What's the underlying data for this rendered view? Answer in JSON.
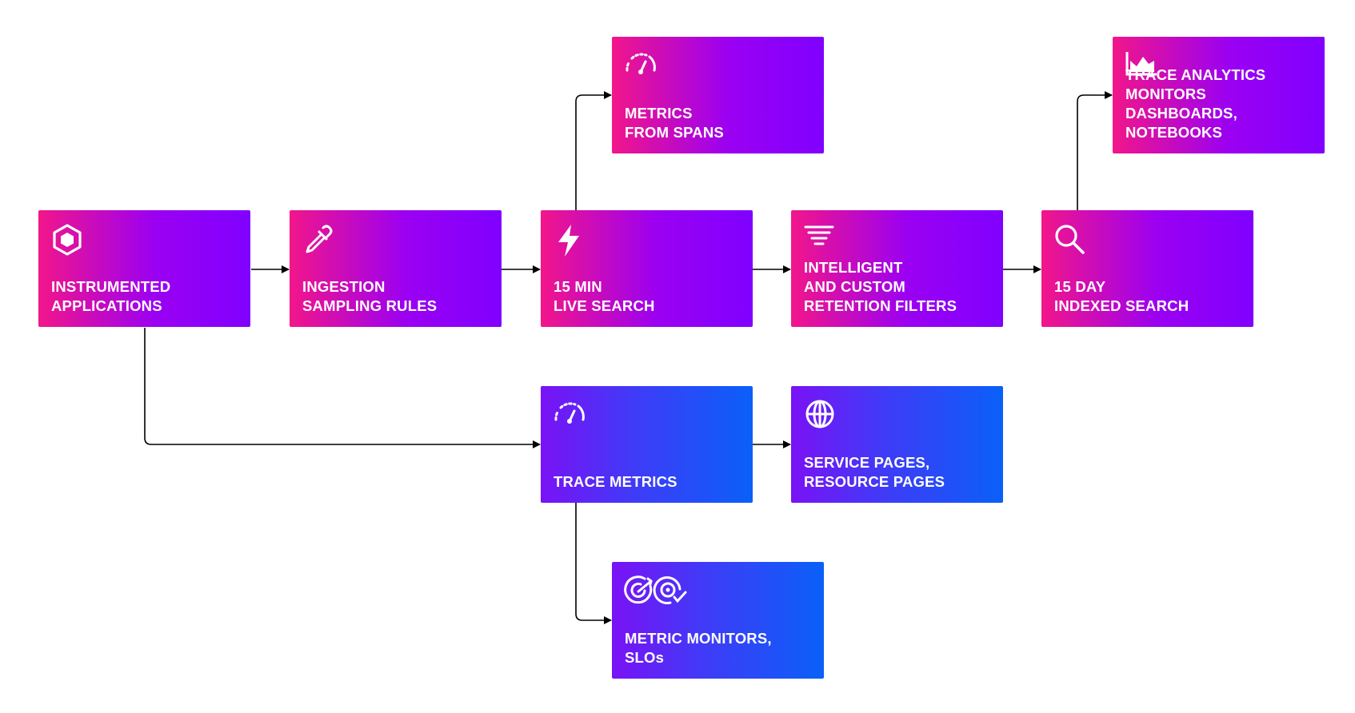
{
  "nodes": {
    "instrumented": {
      "label": "INSTRUMENTED\nAPPLICATIONS",
      "icon": "hexagon-icon",
      "color": "#f2168a"
    },
    "ingestion": {
      "label": "INGESTION\nSAMPLING RULES",
      "icon": "eyedropper-icon",
      "color": "#f2168a"
    },
    "live_search": {
      "label": "15 MIN\nLIVE SEARCH",
      "icon": "lightning-icon",
      "color": "#f2168a"
    },
    "metrics_spans": {
      "label": "METRICS\nFROM SPANS",
      "icon": "gauge-icon",
      "color": "#f2168a"
    },
    "retention": {
      "label": "INTELLIGENT\nAND CUSTOM\nRETENTION FILTERS",
      "icon": "filter-icon",
      "color": "#f2168a"
    },
    "indexed_search": {
      "label": "15 DAY\nINDEXED SEARCH",
      "icon": "search-icon",
      "color": "#f2168a"
    },
    "trace_analytics": {
      "label": "TRACE ANALYTICS\nMONITORS DASHBOARDS,\nNOTEBOOKS",
      "icon": "area-chart-icon",
      "color": "#f2168a"
    },
    "trace_metrics": {
      "label": "TRACE METRICS",
      "icon": "gauge-icon",
      "color": "#0a60f8"
    },
    "service_pages": {
      "label": "SERVICE PAGES,\nRESOURCE PAGES",
      "icon": "globe-icon",
      "color": "#0a60f8"
    },
    "monitors_slos": {
      "label": "METRIC MONITORS,\nSLOs",
      "icon": "target-check-icon",
      "color": "#0a60f8"
    }
  },
  "edges": [
    {
      "from": "INSTRUMENTED APPLICATIONS",
      "to": "INGESTION SAMPLING RULES"
    },
    {
      "from": "INGESTION SAMPLING RULES",
      "to": "15 MIN LIVE SEARCH"
    },
    {
      "from": "15 MIN LIVE SEARCH",
      "to": "METRICS FROM SPANS"
    },
    {
      "from": "15 MIN LIVE SEARCH",
      "to": "INTELLIGENT AND CUSTOM RETENTION FILTERS"
    },
    {
      "from": "INTELLIGENT AND CUSTOM RETENTION FILTERS",
      "to": "15 DAY INDEXED SEARCH"
    },
    {
      "from": "15 DAY INDEXED SEARCH",
      "to": "TRACE ANALYTICS MONITORS DASHBOARDS, NOTEBOOKS"
    },
    {
      "from": "INSTRUMENTED APPLICATIONS",
      "to": "TRACE METRICS"
    },
    {
      "from": "TRACE METRICS",
      "to": "SERVICE PAGES, RESOURCE PAGES"
    },
    {
      "from": "TRACE METRICS",
      "to": "METRIC MONITORS, SLOs"
    }
  ],
  "colors": {
    "pink_start": "#f2168a",
    "purple": "#8000ff",
    "blue_start": "#7a12f5",
    "blue_end": "#0a60f8",
    "connector": "#000000"
  }
}
